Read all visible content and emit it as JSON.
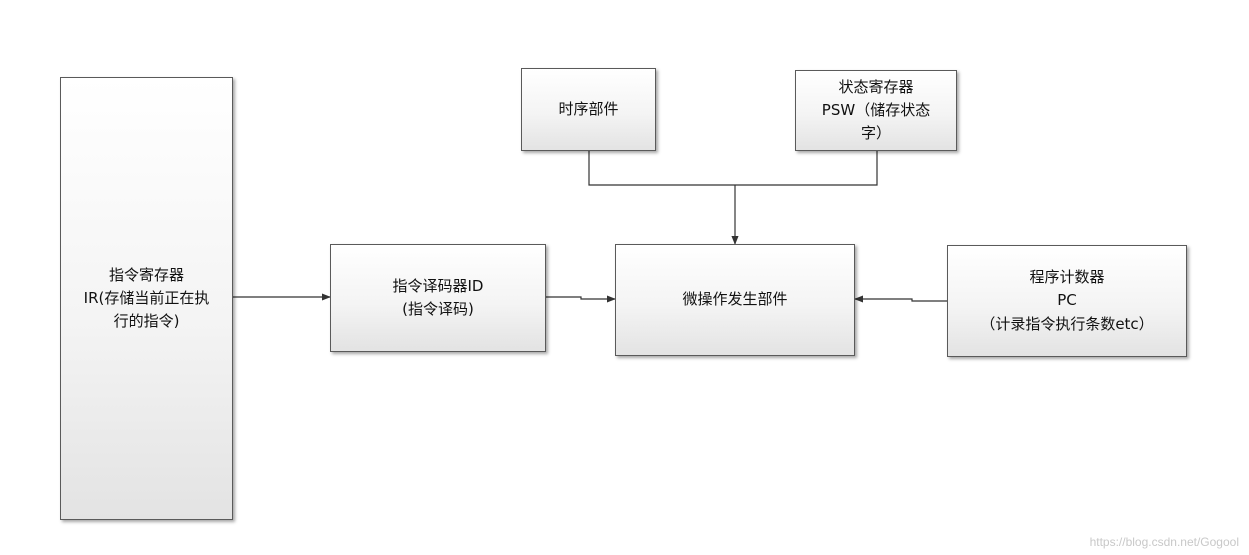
{
  "boxes": {
    "ir": {
      "lines": [
        "指令寄存器",
        "IR(存储当前正在执",
        "行的指令)"
      ]
    },
    "decoder": {
      "lines": [
        "指令译码器ID",
        "(指令译码)"
      ]
    },
    "timing": {
      "lines": [
        "时序部件"
      ]
    },
    "psw": {
      "lines": [
        "状态寄存器",
        "PSW（储存状态",
        "字）"
      ]
    },
    "micro_op": {
      "lines": [
        "微操作发生部件"
      ]
    },
    "pc": {
      "lines": [
        "程序计数器",
        "PC",
        "（计录指令执行条数etc）"
      ]
    }
  },
  "watermark": "https://blog.csdn.net/Gogool",
  "colors": {
    "border": "#5a5a5a",
    "line": "#333333",
    "watermark": "#c8c8c8"
  }
}
